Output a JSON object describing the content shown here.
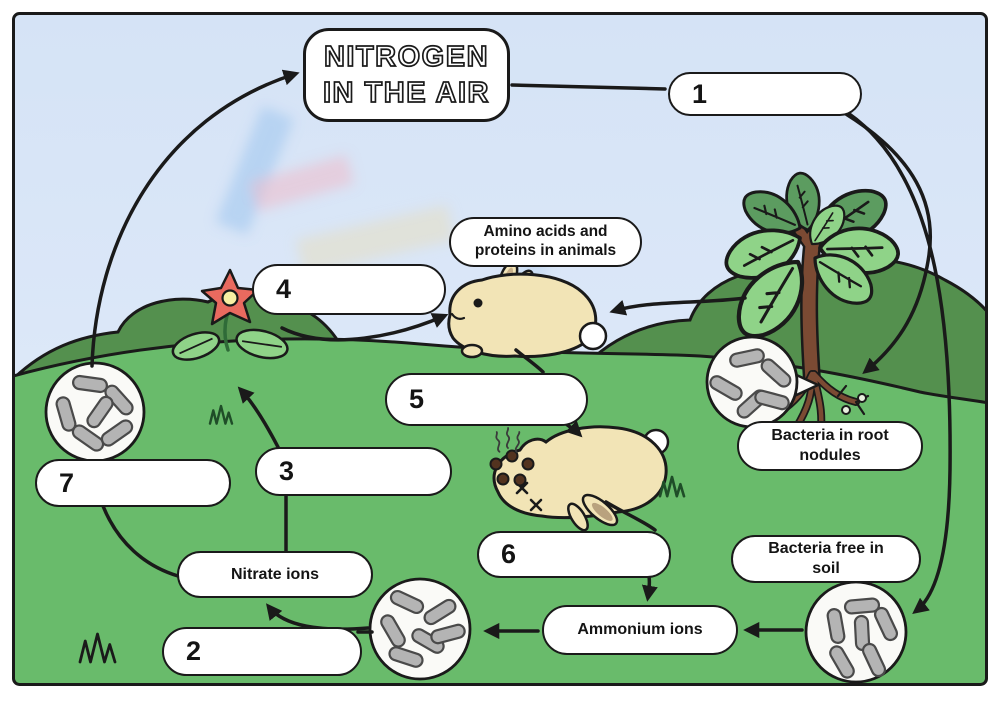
{
  "title": {
    "line1": "NITROGEN",
    "line2": "IN THE AIR"
  },
  "blanks": [
    {
      "number": "1"
    },
    {
      "number": "2"
    },
    {
      "number": "3"
    },
    {
      "number": "4"
    },
    {
      "number": "5"
    },
    {
      "number": "6"
    },
    {
      "number": "7"
    }
  ],
  "labels": {
    "amino_acids": {
      "line1": "Amino acids and",
      "line2": "proteins in animals"
    },
    "bacteria_root_nodules": {
      "line1": "Bacteria in root",
      "line2": "nodules"
    },
    "bacteria_free_soil": {
      "line1": "Bacteria free in",
      "line2": "soil"
    },
    "nitrate_ions": {
      "text": "Nitrate ions"
    },
    "ammonium_ions": {
      "text": "Ammonium ions"
    }
  },
  "icons": {
    "bacteria": "bacteria-rods-in-circle",
    "plant": "leafy-plant-with-root-nodules",
    "flower": "red-flower-seedling",
    "animal": "rabbit",
    "dead_animal": "dead-rabbit-with-droppings",
    "arrows": "black-cycle-arrows"
  },
  "colors": {
    "sky": "#D9E6F7",
    "ground": "#69BB6B",
    "bush": "#54904E",
    "outline": "#1A1A1A",
    "rabbit": "#F2E4B6",
    "flower_petal": "#E96A5F",
    "flower_center": "#F8EFA3",
    "trunk": "#7B4A33",
    "bacteria_rod": "#B4B4B4",
    "label_background": "#FFFFFF"
  }
}
